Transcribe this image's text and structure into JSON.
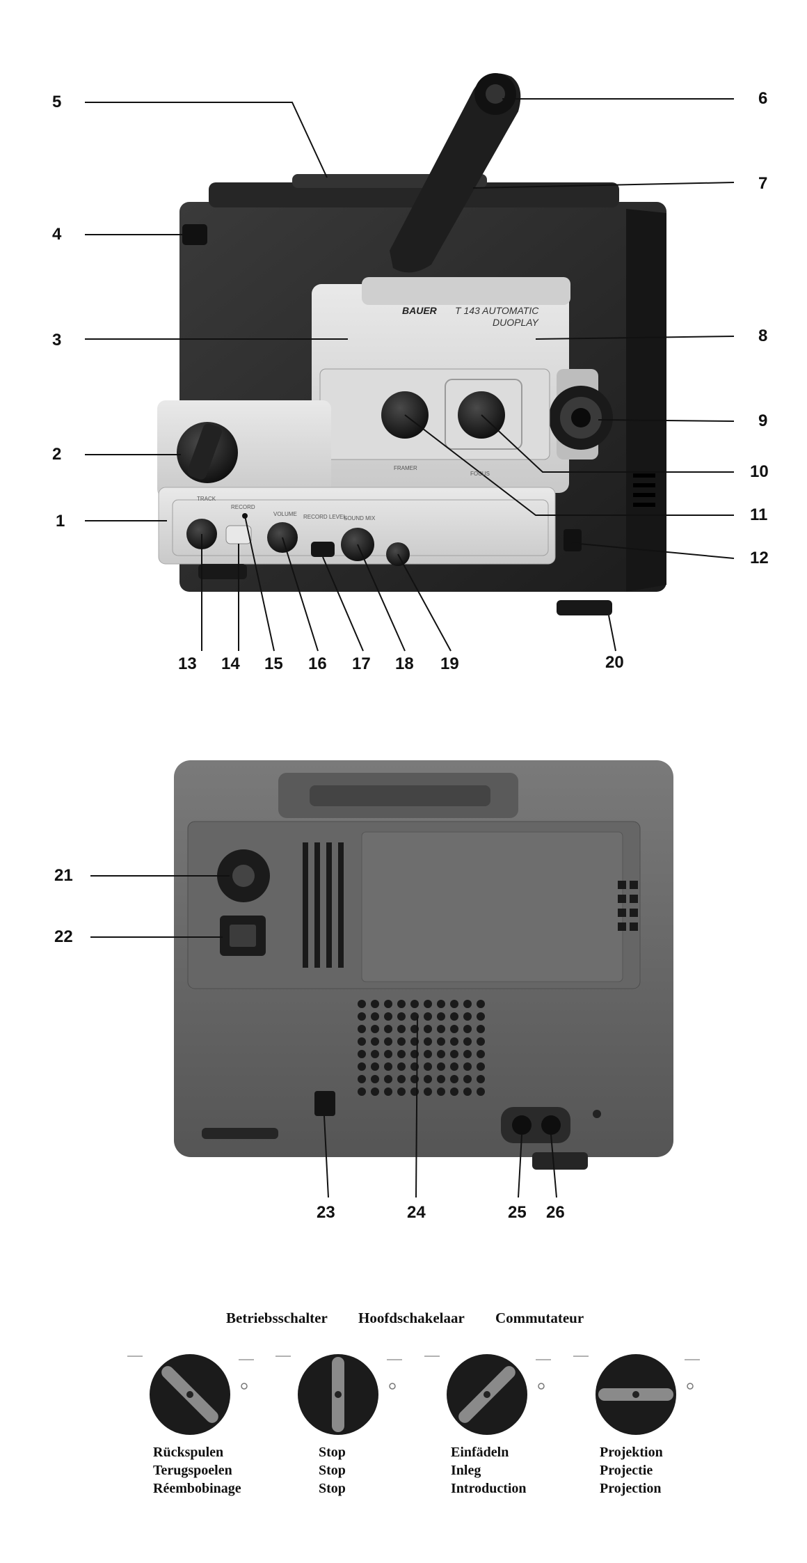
{
  "front_view": {
    "brand": "BAUER",
    "model_line1": "T 143 AUTOMATIC",
    "model_line2": "DUOPLAY",
    "panel_labels": {
      "track": "TRACK",
      "record": "RECORD",
      "volume": "VOLUME",
      "record_level": "RECORD LEVEL",
      "sound_mix": "SOUND MIX",
      "framer": "FRAMER",
      "focus": "FOCUS"
    },
    "callouts": [
      "1",
      "2",
      "3",
      "4",
      "5",
      "6",
      "7",
      "8",
      "9",
      "10",
      "11",
      "12",
      "13",
      "14",
      "15",
      "16",
      "17",
      "18",
      "19",
      "20"
    ]
  },
  "rear_view": {
    "callouts": [
      "21",
      "22",
      "23",
      "24",
      "25",
      "26"
    ]
  },
  "switch_legend": {
    "headings": [
      "Betriebsschalter",
      "Hoofdschakelaar",
      "Commutateur"
    ],
    "positions": [
      {
        "lines": [
          "Rückspulen",
          "Terugspoelen",
          "Réembobinage"
        ],
        "angle_deg": 135
      },
      {
        "lines": [
          "Stop",
          "Stop",
          "Stop"
        ],
        "angle_deg": 90
      },
      {
        "lines": [
          "Einfädeln",
          "Inleg",
          "Introduction"
        ],
        "angle_deg": 45
      },
      {
        "lines": [
          "Projektion",
          "Projectie",
          "Projection"
        ],
        "angle_deg": 0
      }
    ]
  },
  "colors": {
    "ink": "#111111",
    "body_dark": "#2b2b2b",
    "body_light": "#d8d8d8",
    "rear_body": "#6b6b6b"
  }
}
